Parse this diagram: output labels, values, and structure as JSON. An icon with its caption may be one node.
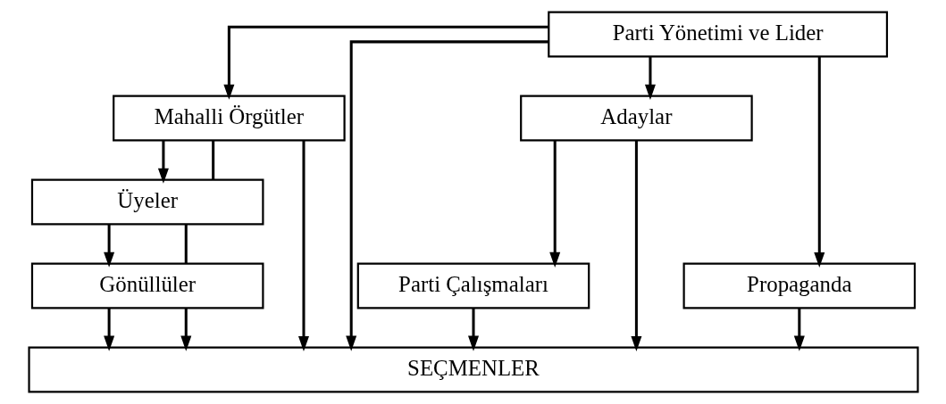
{
  "diagram": {
    "nodes": [
      {
        "text": [
          "Parti Yönetimi ve Lider"
        ]
      },
      {
        "text": [
          "Mahalli Örgütler"
        ]
      },
      {
        "text": [
          "Adaylar"
        ]
      },
      {
        "text": [
          "Üyeler"
        ]
      },
      {
        "text": [
          "Gönüllüler"
        ]
      },
      {
        "text": [
          "Parti Çalışmaları"
        ]
      },
      {
        "text": [
          "Propaganda"
        ]
      },
      {
        "text": [
          "SEÇMENLER"
        ]
      }
    ],
    "edges": [
      {
        "from": 0,
        "to": 7,
        "arrow": "to"
      },
      {
        "from": 0,
        "to": 1,
        "arrow": "to"
      },
      {
        "from": 0,
        "to": 2,
        "arrow": "to"
      },
      {
        "from": 0,
        "to": 6,
        "arrow": "to"
      },
      {
        "from": 1,
        "to": 7,
        "arrow": "to"
      },
      {
        "from": 1,
        "to": 3,
        "arrow": "to"
      },
      {
        "from": 1,
        "to": 3,
        "arrow": "none"
      },
      {
        "from": 3,
        "to": 4,
        "arrow": "to"
      },
      {
        "from": 3,
        "to": 4,
        "arrow": "none"
      },
      {
        "from": 4,
        "to": 7,
        "arrow": "to"
      },
      {
        "from": 4,
        "to": 7,
        "arrow": "to"
      },
      {
        "from": 2,
        "to": 5,
        "arrow": "to"
      },
      {
        "from": 2,
        "to": 7,
        "arrow": "to"
      },
      {
        "from": 5,
        "to": 7,
        "arrow": "to"
      },
      {
        "from": 6,
        "to": 7,
        "arrow": "to"
      }
    ]
  }
}
